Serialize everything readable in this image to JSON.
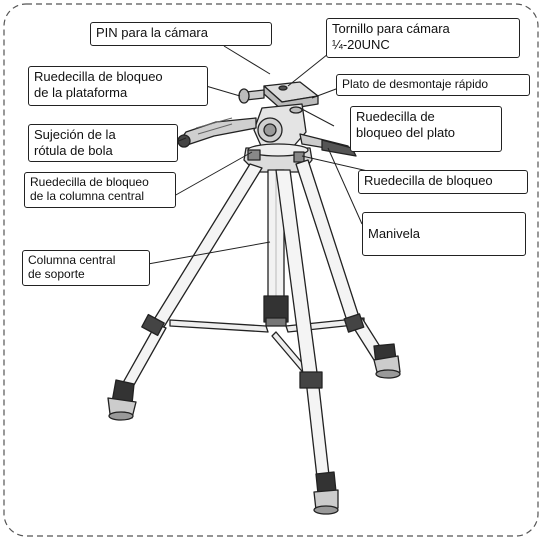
{
  "labels": {
    "pin_camara": "PIN para la cámara",
    "tornillo_camara_l1": "Tornillo para cámara",
    "tornillo_camara_l2": "¼-20UNC",
    "plato_desmontaje": "Plato de desmontaje rápido",
    "ruedecilla_plataforma_l1": "Ruedecilla de bloqueo",
    "ruedecilla_plataforma_l2": "de la plataforma",
    "sujecion_l1": "Sujeción de la",
    "sujecion_l2": "rótula de bola",
    "ruedecilla_plato_l1": "Ruedecilla de",
    "ruedecilla_plato_l2": "bloqueo del plato",
    "ruedecilla_columna_l1": "Ruedecilla de bloqueo",
    "ruedecilla_columna_l2": "de la columna central",
    "ruedecilla_bloqueo": "Ruedecilla de bloqueo",
    "manivela": "Manivela",
    "columna_l1": "Columna central",
    "columna_l2": "de soporte"
  },
  "colors": {
    "ink": "#222222",
    "border": "#555555"
  }
}
